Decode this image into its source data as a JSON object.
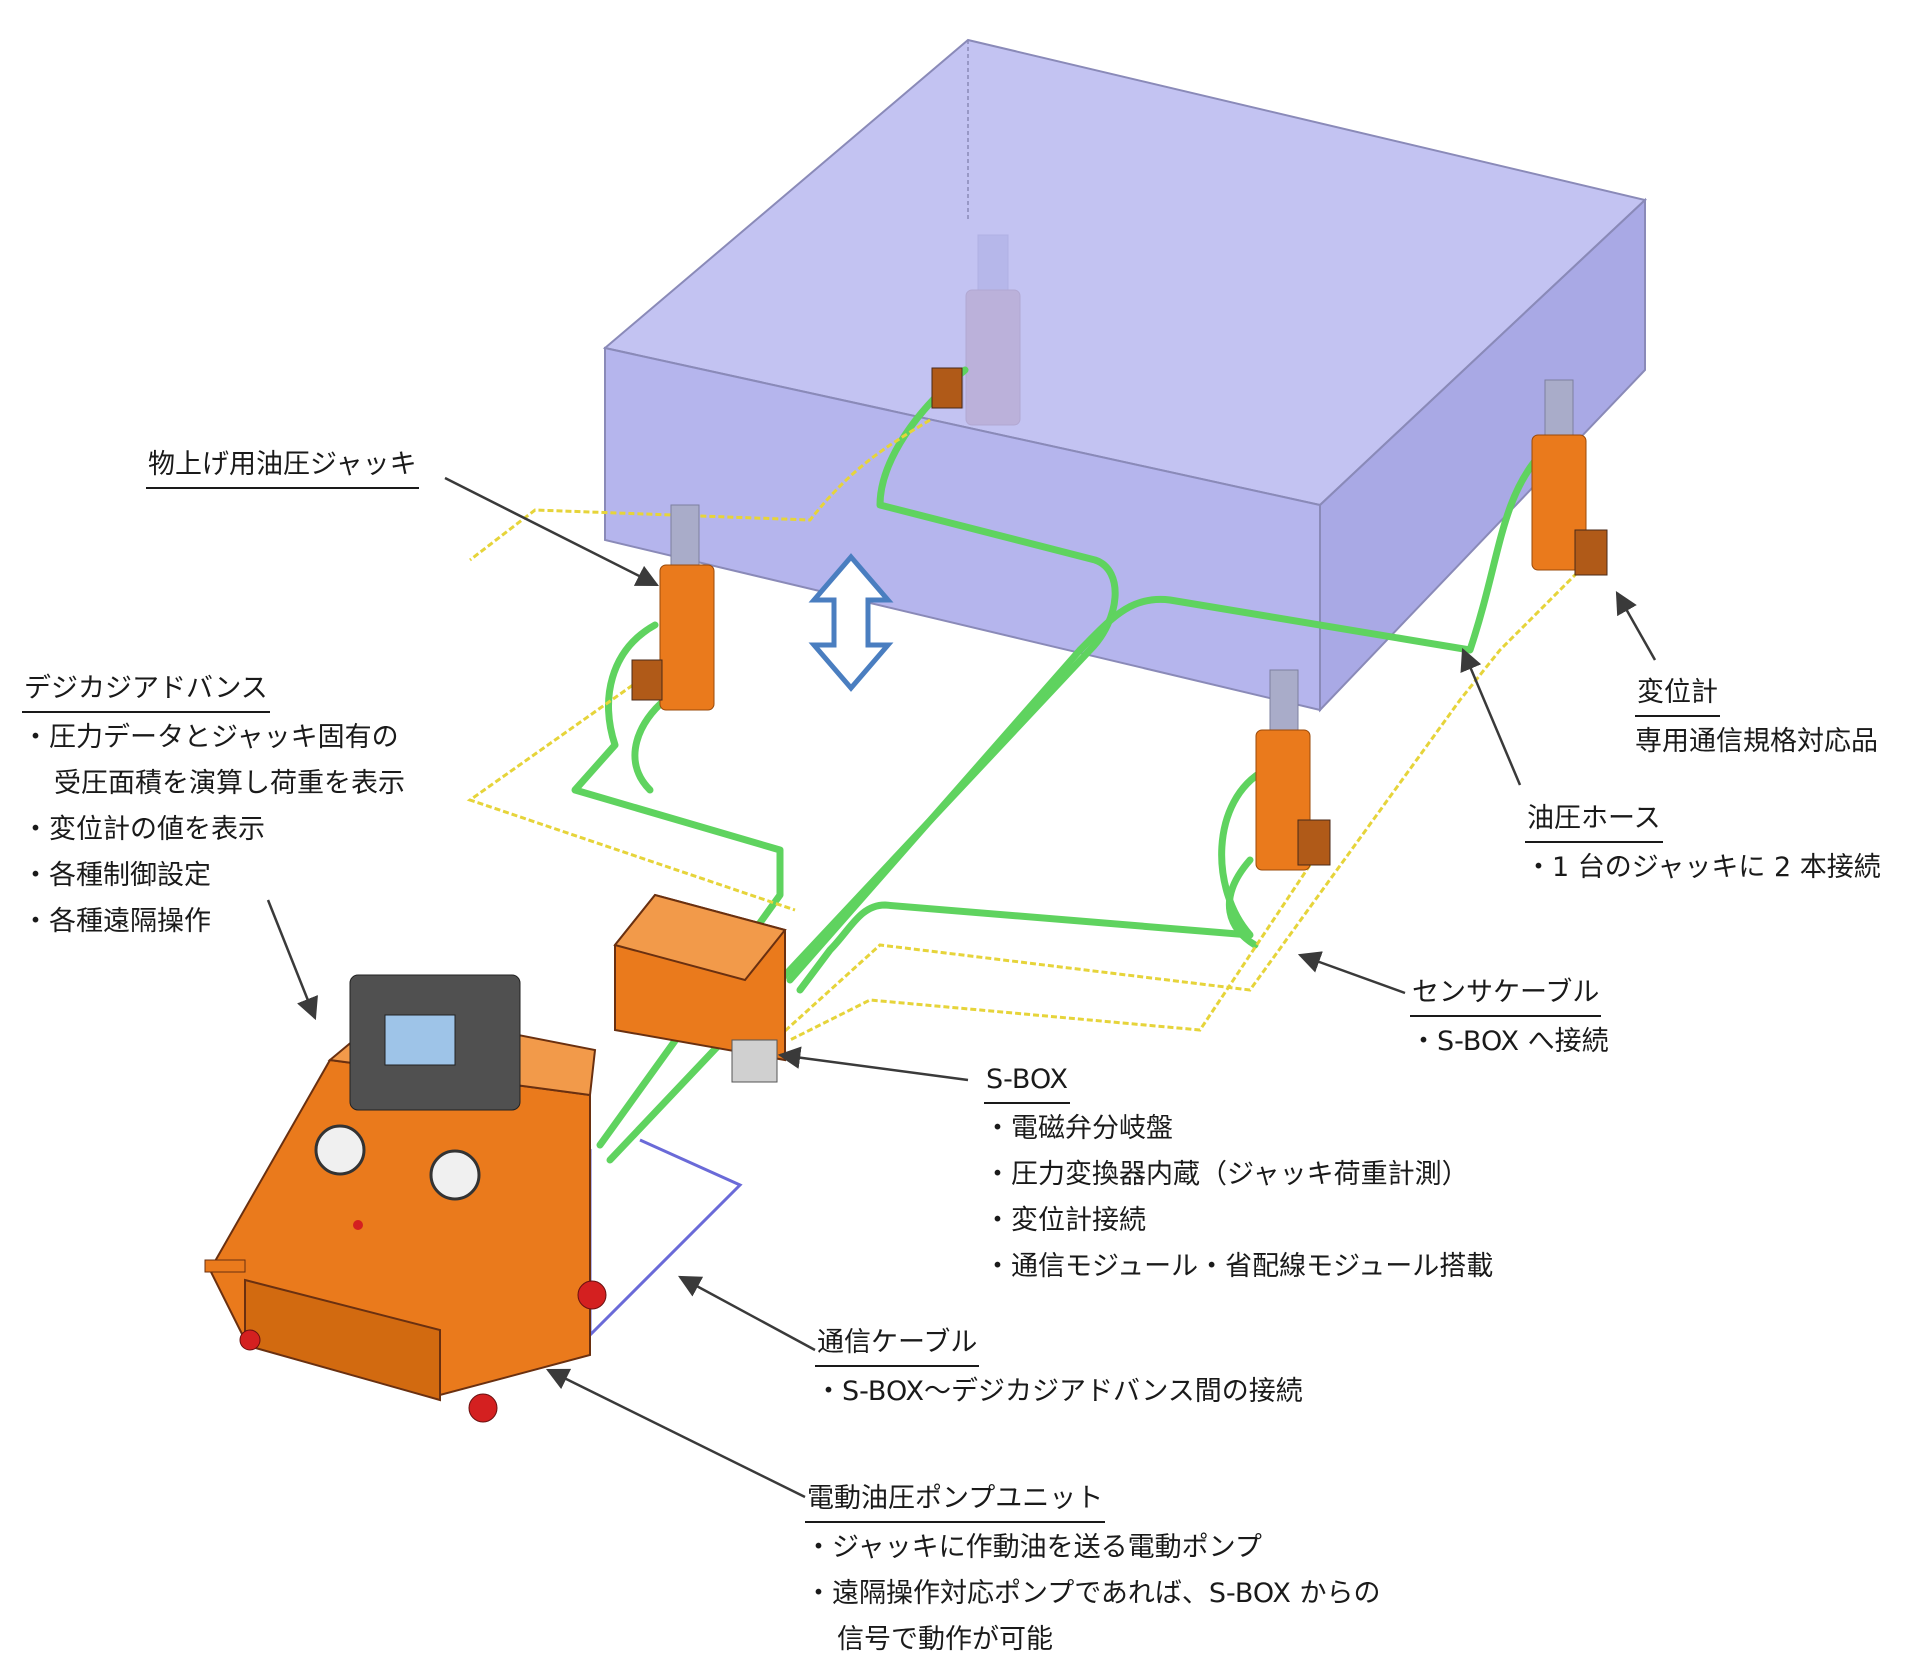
{
  "labels": {
    "jack": {
      "title": "物上げ用油圧ジャッキ"
    },
    "digital": {
      "title": "デジカジアドバンス",
      "lines": [
        "・圧力データとジャッキ固有の",
        "受圧面積を演算し荷重を表示",
        "・変位計の値を表示",
        "・各種制御設定",
        "・各種遠隔操作"
      ]
    },
    "displacement": {
      "title": "変位計",
      "lines": [
        "専用通信規格対応品"
      ]
    },
    "hose": {
      "title": "油圧ホース",
      "lines": [
        "・1 台のジャッキに 2 本接続"
      ]
    },
    "sensor": {
      "title": "センサケーブル",
      "lines": [
        "・S-BOX へ接続"
      ]
    },
    "sbox": {
      "title": "S-BOX",
      "lines": [
        "・電磁弁分岐盤",
        "・圧力変換器内蔵（ジャッキ荷重計測）",
        "・変位計接続",
        "・通信モジュール・省配線モジュール搭載"
      ]
    },
    "comm": {
      "title": "通信ケーブル",
      "lines": [
        "・S-BOX～デジカジアドバンス間の接続"
      ]
    },
    "pump": {
      "title": "電動油圧ポンプユニット",
      "lines": [
        "・ジャッキに作動油を送る電動ポンプ",
        "・遠隔操作対応ポンプであれば、S-BOX からの",
        "信号で動作が可能"
      ]
    }
  },
  "colors": {
    "load_box_fill": "#b9b9f0",
    "load_box_edge": "#8a8ab8",
    "jack_body": "#ea7a1c",
    "jack_rod": "#a9acc9",
    "hose": "#5fd35f",
    "sensor_cable": "#e6d43a",
    "comm_cable": "#6a6ad8",
    "updown_arrow": "#4a7ec0",
    "pump_body": "#ea7a1c",
    "wheel": "#d42020"
  },
  "icons": [
    "up-down-arrow-icon",
    "callout-arrow-icon"
  ]
}
